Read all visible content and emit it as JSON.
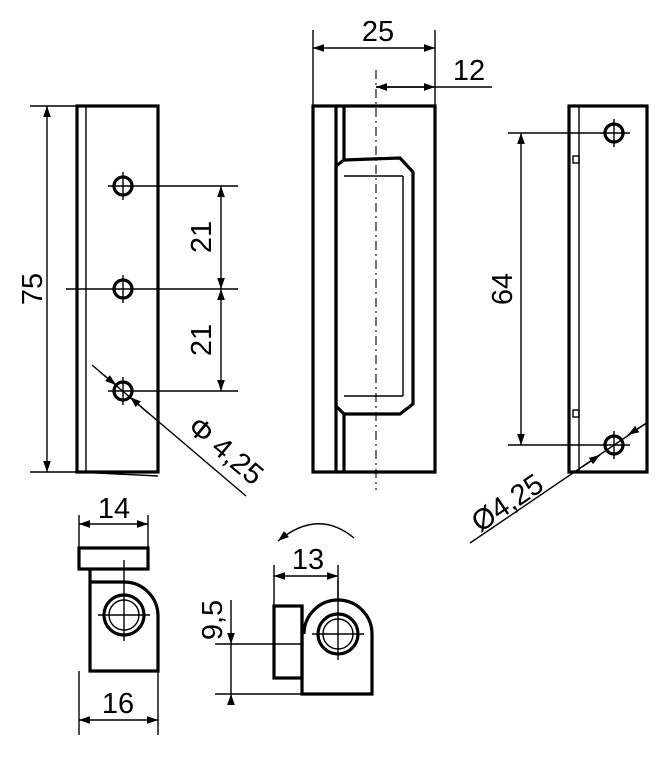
{
  "dimensions": {
    "width_total": "25",
    "axis_offset": "12",
    "height_total": "75",
    "hole_spacing_upper": "21",
    "hole_spacing_lower": "21",
    "hole_diameter_left": "Φ 4,25",
    "hole_spacing_right": "64",
    "hole_diameter_right": "Ø4,25",
    "bottom_top_width": "14",
    "bottom_base_width": "16",
    "knuckle_width": "13",
    "offset_height": "9,5"
  },
  "colors": {
    "line": "#000000",
    "background": "#ffffff"
  }
}
